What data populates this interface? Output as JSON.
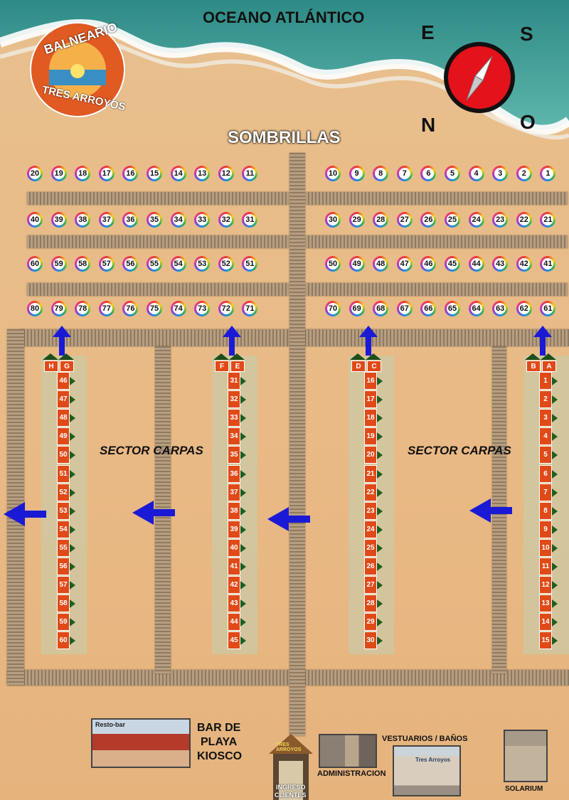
{
  "header": {
    "ocean_title": "OCEANO ATLÁNTICO",
    "sombrillas_title": "SOMBRILLAS"
  },
  "logo": {
    "top_text": "BALNEARIO",
    "bottom_text": "TRES ARROYOS"
  },
  "compass": {
    "north": "N",
    "south": "S",
    "east": "E",
    "west": "O"
  },
  "umbrellas": {
    "left": [
      [
        "20",
        "19",
        "18",
        "17",
        "16",
        "15",
        "14",
        "13",
        "12",
        "11"
      ],
      [
        "40",
        "39",
        "38",
        "37",
        "36",
        "35",
        "34",
        "33",
        "32",
        "31"
      ],
      [
        "60",
        "59",
        "58",
        "57",
        "56",
        "55",
        "54",
        "53",
        "52",
        "51"
      ],
      [
        "80",
        "79",
        "78",
        "77",
        "76",
        "75",
        "74",
        "73",
        "72",
        "71"
      ]
    ],
    "right": [
      [
        "10",
        "9",
        "8",
        "7",
        "6",
        "5",
        "4",
        "3",
        "2",
        "1"
      ],
      [
        "30",
        "29",
        "28",
        "27",
        "26",
        "25",
        "24",
        "23",
        "22",
        "21"
      ],
      [
        "50",
        "49",
        "48",
        "47",
        "46",
        "45",
        "44",
        "43",
        "42",
        "41"
      ],
      [
        "70",
        "69",
        "68",
        "67",
        "66",
        "65",
        "64",
        "63",
        "62",
        "61"
      ]
    ]
  },
  "sectors": {
    "left_label": "SECTOR CARPAS",
    "right_label": "SECTOR CARPAS"
  },
  "tent_columns": [
    {
      "header": [
        "H",
        "G"
      ],
      "numbers": [
        "46",
        "47",
        "48",
        "49",
        "50",
        "51",
        "52",
        "53",
        "54",
        "55",
        "56",
        "57",
        "58",
        "59",
        "60"
      ]
    },
    {
      "header": [
        "F",
        "E"
      ],
      "numbers": [
        "31",
        "32",
        "33",
        "34",
        "35",
        "36",
        "37",
        "38",
        "39",
        "40",
        "41",
        "42",
        "43",
        "44",
        "45"
      ]
    },
    {
      "header": [
        "D",
        "C"
      ],
      "numbers": [
        "16",
        "17",
        "18",
        "19",
        "20",
        "21",
        "22",
        "23",
        "24",
        "25",
        "26",
        "27",
        "28",
        "29",
        "30"
      ]
    },
    {
      "header": [
        "B",
        "A"
      ],
      "numbers": [
        "1",
        "2",
        "3",
        "4",
        "5",
        "6",
        "7",
        "8",
        "9",
        "10",
        "11",
        "12",
        "13",
        "14",
        "15"
      ]
    }
  ],
  "facilities": {
    "bar_line1": "BAR DE",
    "bar_line2": "PLAYA",
    "bar_line3": "KIOSCO",
    "bar_sign": "Resto-bar",
    "entrance_sign": "TRES ARROYOS",
    "entrance_label_1": "INGRESO",
    "entrance_label_2": "CLIENTES",
    "administracion": "ADMINISTRACION",
    "vestuarios": "VESTUARIOS / BAÑOS",
    "vestuarios_sign": "Tres Arroyos",
    "solarium": "SOLARIUM"
  },
  "colors": {
    "tent": "#e04a18",
    "arrow": "#1a1ad6",
    "compass_red": "#e3121b"
  }
}
